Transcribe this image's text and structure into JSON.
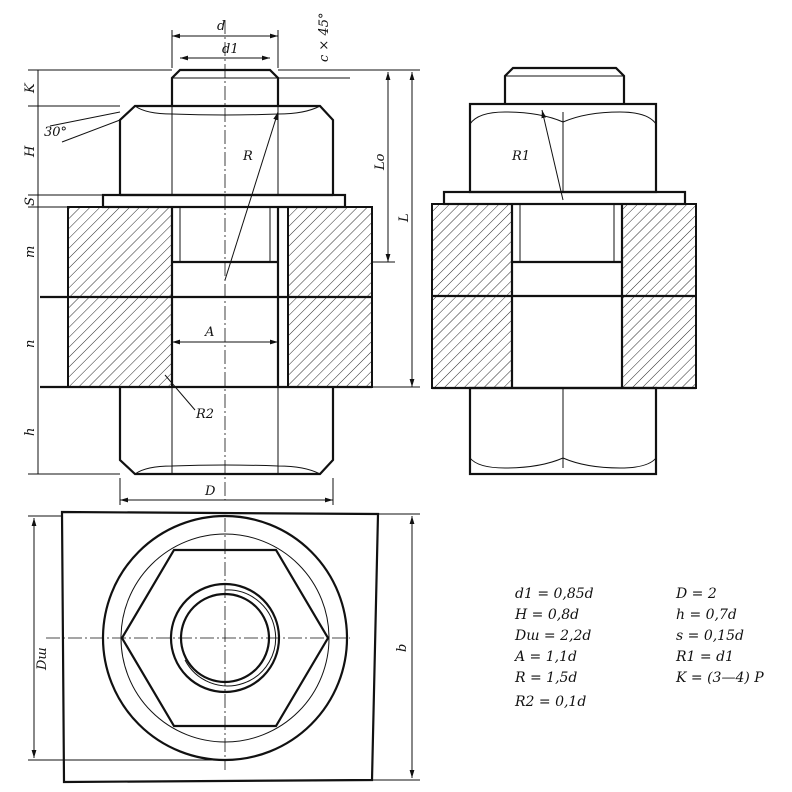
{
  "labels": {
    "d": "d",
    "d1": "d1",
    "chamfer": "c × 45°",
    "K": "K",
    "H": "H",
    "S": "S",
    "m": "m",
    "n": "n",
    "h": "h",
    "angle30": "30°",
    "R": "R",
    "R1": "R1",
    "R2": "R2",
    "A": "A",
    "D": "D",
    "Lo": "Lo",
    "L": "L",
    "Dsh": "Dш",
    "b": "b"
  },
  "formulas": {
    "left": [
      "d1 = 0,85d",
      "H = 0,8d",
      "Dш = 2,2d",
      "A = 1,1d",
      "R = 1,5d",
      "R2 = 0,1d"
    ],
    "right": [
      "D = 2",
      "h = 0,7d",
      "s = 0,15d",
      "R1 = d1",
      "K = (3—4) P"
    ]
  }
}
